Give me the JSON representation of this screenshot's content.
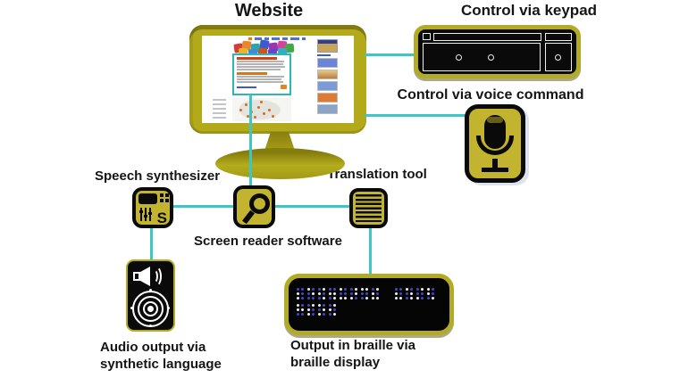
{
  "title": "Website",
  "nodes": {
    "keypad": {
      "label": "Control via keypad"
    },
    "voice": {
      "label": "Control via voice command"
    },
    "speech": {
      "label": "Speech synthesizer",
      "icon_letter": "S"
    },
    "reader": {
      "label": "Screen reader software"
    },
    "translation": {
      "label": "Translation tool"
    },
    "audio": {
      "line1": "Audio output via",
      "line2": "synthetic language"
    },
    "braille": {
      "line1": "Output in braille via",
      "line2": "braille display"
    }
  },
  "colors": {
    "olive": "#b2aa1b",
    "olive_dark": "#8f8811",
    "icon_fill": "#c2b42e",
    "connector": "#3cc6c8",
    "device_black": "#0a0a0a",
    "highlight_teal": "#2bb7b9",
    "braille_blue": "#4646c8",
    "braille_white": "#f0f0f0"
  },
  "braille": {
    "rows": [
      {
        "groups": [
          [
            "bbwbwb",
            "wbbwbb",
            "bwwbbw",
            "bbwwbw",
            "wbbbww",
            "bwbwwb",
            "wwbbbw",
            "bwwbww"
          ],
          [
            "bbwbww",
            "wbbwbw",
            "bwbbwb",
            "wbwbbw"
          ]
        ]
      },
      {
        "groups": [
          [
            "wbwwbb",
            "bwwbwb",
            "wbbwwb",
            "bwwbbw"
          ]
        ]
      }
    ]
  }
}
